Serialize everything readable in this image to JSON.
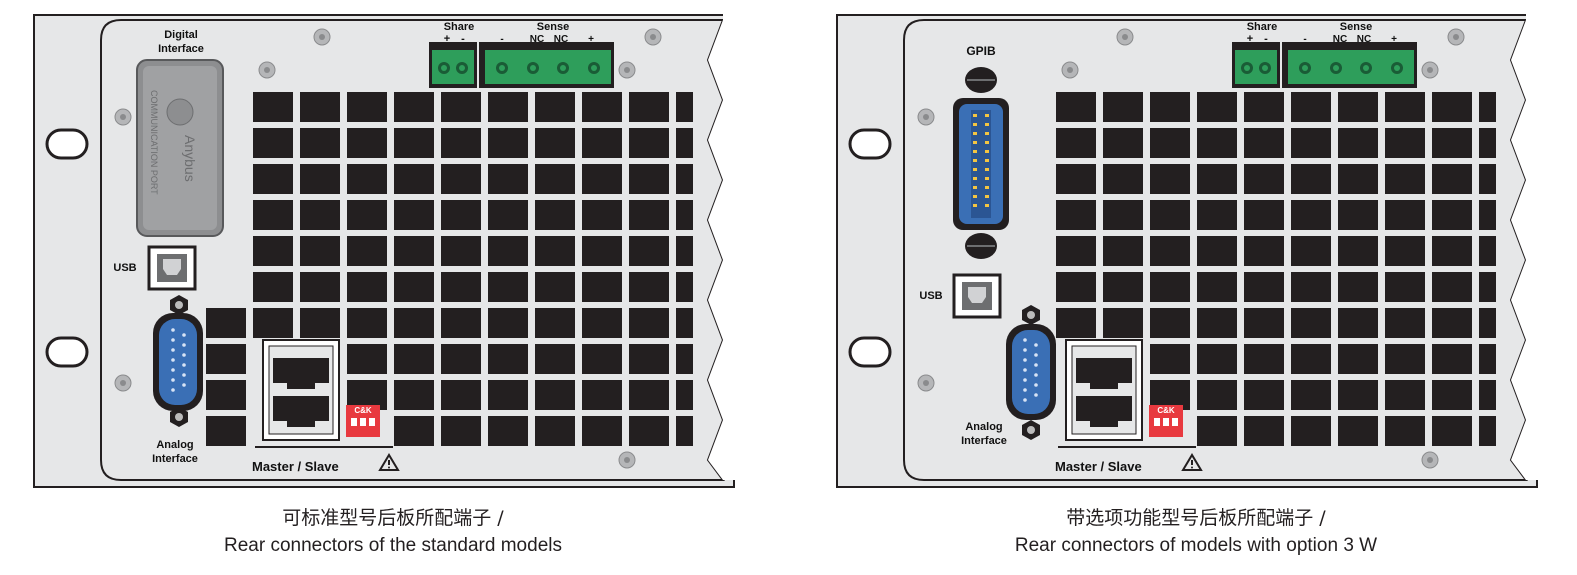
{
  "panels": [
    {
      "id": "standard",
      "labels": {
        "digital_interface": "Digital\nInterface",
        "module_text": "COMMUNICATION PORT",
        "module_brand": "Anybus",
        "usb": "USB",
        "analog": "Analog\nInterface",
        "share": "Share",
        "share_pins": [
          "+",
          "-"
        ],
        "sense": "Sense",
        "sense_pins": [
          "-",
          "NC",
          "NC",
          "+"
        ],
        "master_slave": "Master / Slave",
        "ck": "C&K"
      },
      "caption_zh": "可标准型号后板所配端子 /",
      "caption_en": "Rear connectors of the standard models"
    },
    {
      "id": "option3w",
      "labels": {
        "gpib": "GPIB",
        "usb": "USB",
        "analog": "Analog\nInterface",
        "share": "Share",
        "share_pins": [
          "+",
          "-"
        ],
        "sense": "Sense",
        "sense_pins": [
          "-",
          "NC",
          "NC",
          "+"
        ],
        "master_slave": "Master / Slave",
        "ck": "C&K"
      },
      "caption_zh": "带选项功能型号后板所配端子 /",
      "caption_en": "Rear connectors of models with option 3 W"
    }
  ],
  "colors": {
    "panel_bg": "#e6e7e8",
    "grille": "#231f20",
    "terminal_green": "#2e9e5b",
    "db_blue": "#3a6fb5",
    "dip_red": "#e8393f"
  },
  "icons": [
    "warning-triangle-icon",
    "screw-icon",
    "rack-hole-icon"
  ]
}
